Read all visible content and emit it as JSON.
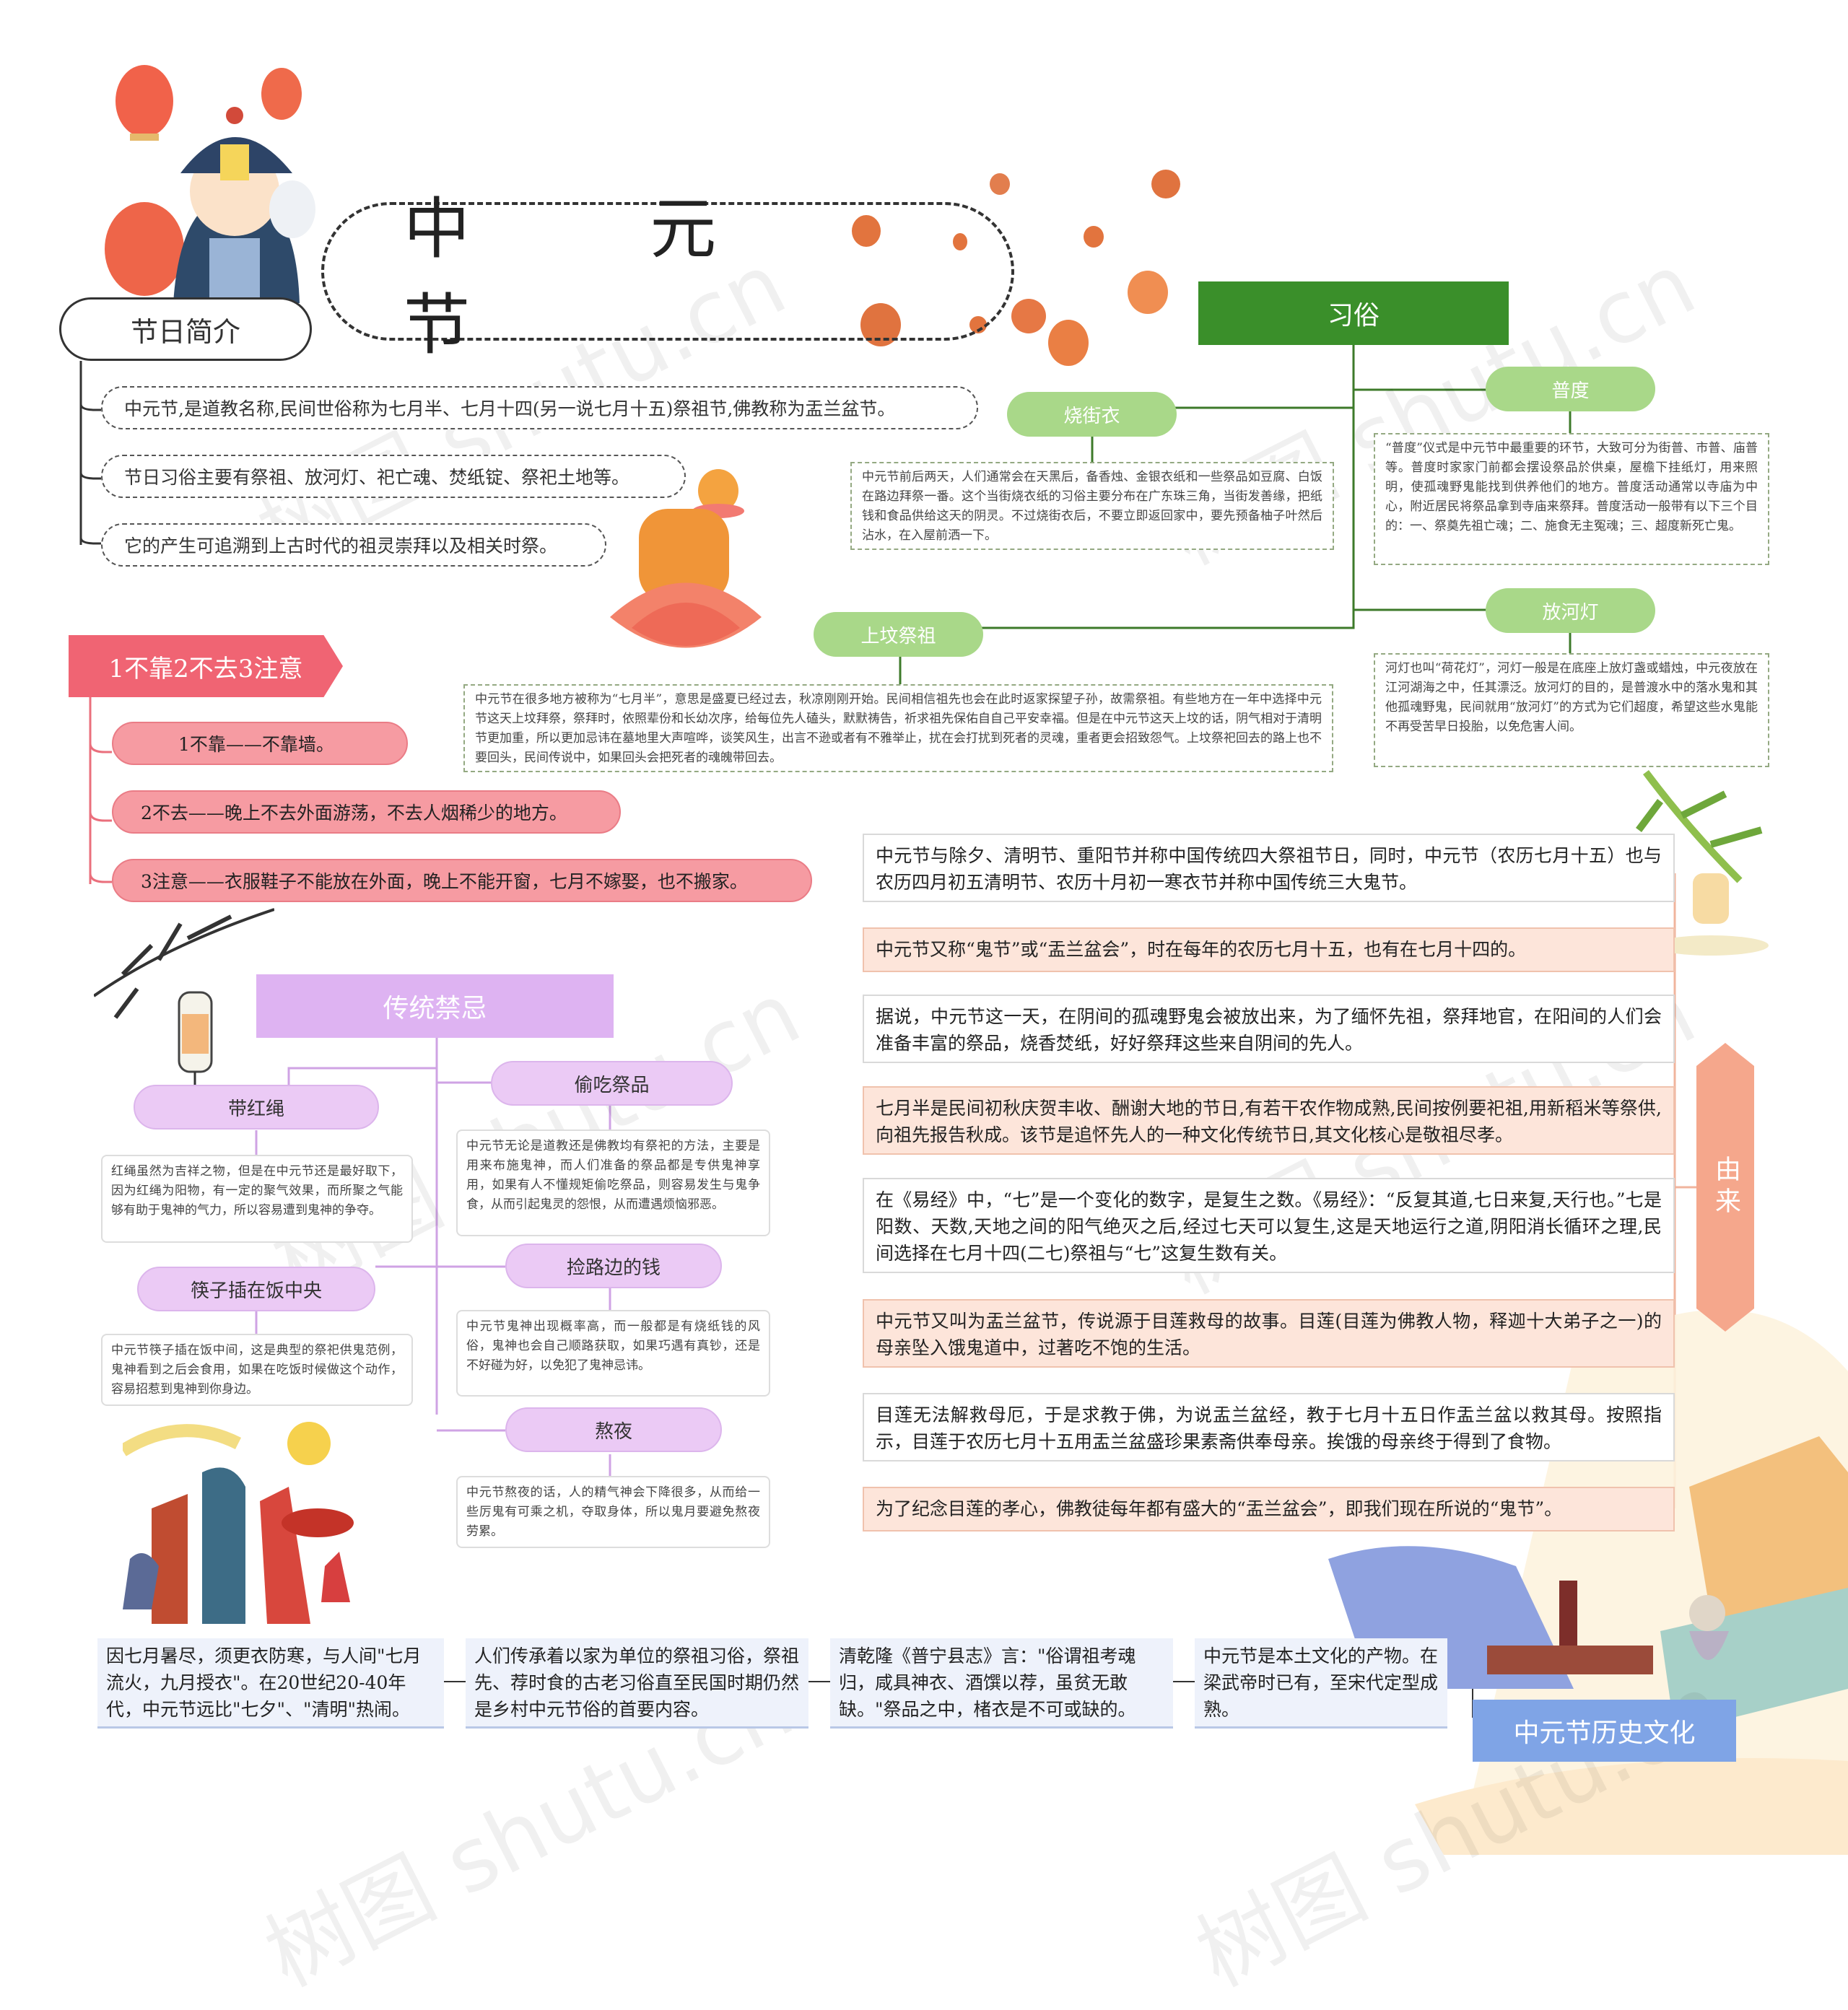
{
  "title": "中 元 节",
  "intro": {
    "heading": "节日简介",
    "items": [
      "中元节,是道教名称,民间世俗称为七月半、七月十四(另一说七月十五)祭祖节,佛教称为盂兰盆节。",
      "节日习俗主要有祭祖、放河灯、祀亡魂、焚纸锭、祭祀土地等。",
      "它的产生可追溯到上古时代的祖灵崇拜以及相关时祭。"
    ]
  },
  "customs": {
    "heading": "习俗",
    "shaojieyi": {
      "label": "烧街衣",
      "text": "中元节前后两天，人们通常会在天黑后，备香烛、金银衣纸和一些祭品如豆腐、白饭在路边拜祭一番。这个当街烧衣纸的习俗主要分布在广东珠三角，当街发善缘，把纸钱和食品供给这天的阴灵。不过烧街衣后，不要立即返回家中，要先预备柚子叶然后沾水，在入屋前洒一下。"
    },
    "pudu": {
      "label": "普度",
      "text": "“普度”仪式是中元节中最重要的环节，大致可分为街普、市普、庙普等。普度时家家门前都会摆设祭品於供桌，屋檐下挂纸灯，用来照明，使孤魂野鬼能找到供养他们的地方。普度活动通常以寺庙为中心，附近居民将祭品拿到寺庙来祭拜。普度活动一般带有以下三个目的：一、祭奠先祖亡魂；二、施食无主冤魂；三、超度新死亡鬼。"
    },
    "shangfen": {
      "label": "上坟祭祖",
      "text": "中元节在很多地方被称为“七月半”，意思是盛夏已经过去，秋凉刚刚开始。民间相信祖先也会在此时返家探望子孙，故需祭祖。有些地方在一年中选择中元节这天上坟拜祭，祭拜时，依照辈份和长幼次序，给每位先人磕头，默默祷告，祈求祖先保佑自自己平安幸福。但是在中元节这天上坟的话，阴气相对于清明节更加重，所以更加忌讳在墓地里大声喧哗，谈笑风生，出言不逊或者有不雅举止，扰在会打扰到死者的灵魂，重者更会招致怨气。上坟祭祀回去的路上也不要回头，民间传说中，如果回头会把死者的魂魄带回去。"
    },
    "fanghedeng": {
      "label": "放河灯",
      "text": "河灯也叫“荷花灯”，河灯一般是在底座上放灯盏或蜡烛，中元夜放在江河湖海之中，任其漂泛。放河灯的目的，是普渡水中的落水鬼和其他孤魂野鬼，民间就用“放河灯”的方式为它们超度，希望这些水鬼能不再受苦早日投胎，以免危害人间。"
    }
  },
  "cautions": {
    "heading": "1不靠2不去3注意",
    "items": [
      "1不靠——不靠墙。",
      "2不去——晚上不去外面游荡，不去人烟稀少的地方。",
      "3注意——衣服鞋子不能放在外面，晚上不能开窗，七月不嫁娶，也不搬家。"
    ]
  },
  "taboos": {
    "heading": "传统禁忌",
    "items": [
      {
        "label": "带红绳",
        "text": "红绳虽然为吉祥之物，但是在中元节还是最好取下，因为红绳为阳物，有一定的聚气效果，而所聚之气能够有助于鬼神的气力，所以容易遭到鬼神的争夺。"
      },
      {
        "label": "偷吃祭品",
        "text": "中元节无论是道教还是佛教均有祭祀的方法，主要是用来布施鬼神，而人们准备的祭品都是专供鬼神享用，如果有人不懂规矩偷吃祭品，则容易发生与鬼争食，从而引起鬼灵的怨恨，从而遭遇烦恼邪恶。"
      },
      {
        "label": "筷子插在饭中央",
        "text": "中元节筷子插在饭中间，这是典型的祭祀供鬼范例，鬼神看到之后会食用，如果在吃饭时候做这个动作，容易招惹到鬼神到你身边。"
      },
      {
        "label": "捡路边的钱",
        "text": "中元节鬼神出现概率高，而一般都是有烧纸钱的风俗，鬼神也会自己顺路获取，如果巧遇有真钞，还是不好碰为好，以免犯了鬼神忌讳。"
      },
      {
        "label": "熬夜",
        "text": "中元节熬夜的话，人的精气神会下降很多，从而给一些厉鬼有可乘之机，夺取身体，所以鬼月要避免熬夜劳累。"
      }
    ]
  },
  "origin": {
    "heading": "由来",
    "items": [
      "中元节与除夕、清明节、重阳节并称中国传统四大祭祖节日，同时，中元节（农历七月十五）也与农历四月初五清明节、农历十月初一寒衣节并称中国传统三大鬼节。",
      "中元节又称“鬼节”或“盂兰盆会”，时在每年的农历七月十五，也有在七月十四的。",
      "据说，中元节这一天，在阴间的孤魂野鬼会被放出来，为了缅怀先祖，祭拜地官，在阳间的人们会准备丰富的祭品，烧香焚纸，好好祭拜这些来自阴间的先人。",
      "七月半是民间初秋庆贺丰收、酬谢大地的节日,有若干农作物成熟,民间按例要祀祖,用新稻米等祭供,向祖先报告秋成。该节是追怀先人的一种文化传统节日,其文化核心是敬祖尽孝。",
      "在《易经》中，“七”是一个变化的数字，是复生之数。《易经》：“反复其道,七日来复,天行也。”七是阳数、天数,天地之间的阳气绝灭之后,经过七天可以复生,这是天地运行之道,阴阳消长循环之理,民间选择在七月十四(二七)祭祖与“七”这复生数有关。",
      "中元节又叫为盂兰盆节，传说源于目莲救母的故事。目莲(目莲为佛教人物，释迦十大弟子之一)的母亲坠入饿鬼道中，过著吃不饱的生活。",
      "目莲无法解救母厄，于是求教于佛，为说盂兰盆经，教于七月十五日作盂兰盆以救其母。按照指示，目莲于农历七月十五用盂兰盆盛珍果素斋供奉母亲。挨饿的母亲终于得到了食物。",
      "为了纪念目莲的孝心，佛教徒每年都有盛大的“盂兰盆会”，即我们现在所说的“鬼节”。"
    ]
  },
  "history": {
    "heading": "中元节历史文化",
    "items": [
      "因七月暑尽，须更衣防寒，与人间\"七月流火，九月授衣\"。在20世纪20-40年代，中元节远比\"七夕\"、\"清明\"热闹。",
      "人们传承着以家为单位的祭祖习俗，祭祖先、荐时食的古老习俗直至民国时期仍然是乡村中元节俗的首要内容。",
      "清乾隆《普宁县志》言：\"俗谓祖考魂归，咸具神衣、酒馔以荐，虽贫无敢缺。\"祭品之中，楮衣是不可或缺的。",
      "中元节是本土文化的产物。在梁武帝时已有，至宋代定型成熟。"
    ]
  },
  "watermarks": [
    "树图 shutu.cn",
    "树图 shutu.cn",
    "树图 shutu.cn",
    "树图 shutu.cn",
    "树图 shutu.cn",
    "树图 shutu.cn"
  ],
  "colors": {
    "green": "#3a8f2a",
    "red": "#f06473",
    "purple": "#deb3f2",
    "orange": "#f5a78c",
    "blue": "#7fa4e6"
  }
}
